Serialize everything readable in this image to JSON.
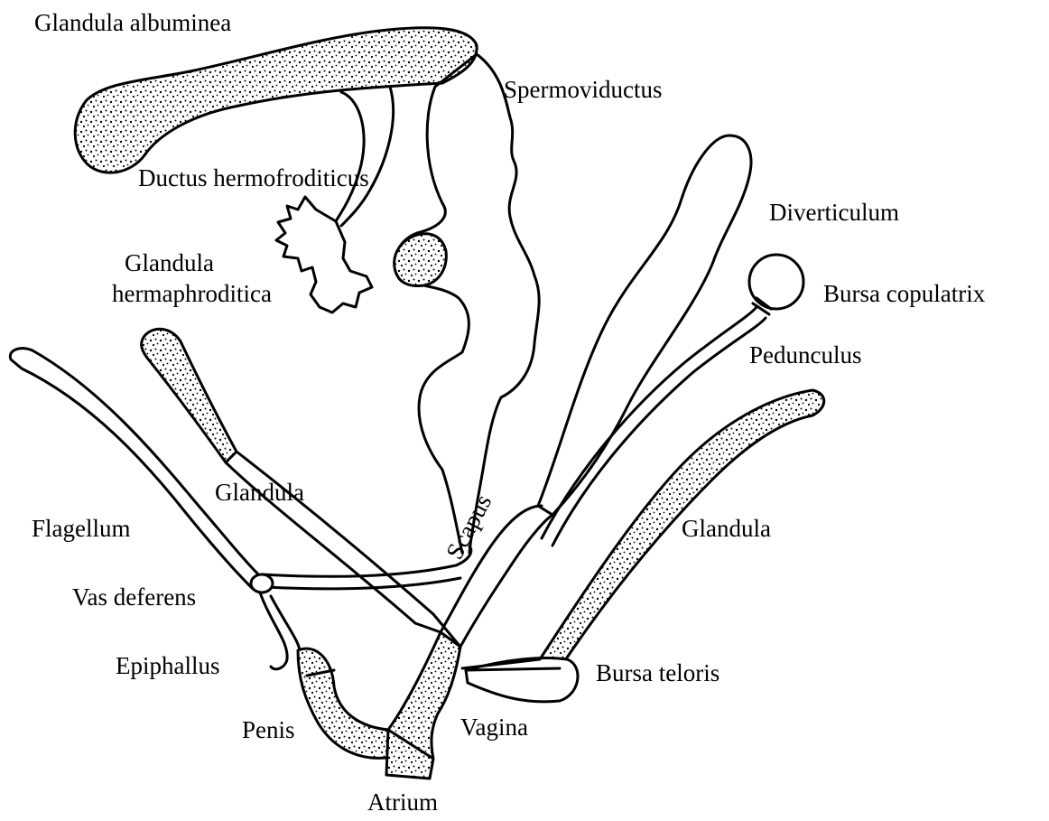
{
  "labels": {
    "glandula_albuminea": "Glandula  albuminea",
    "spermoviductus": "Spermoviductus",
    "ductus_hermofroditicus": "Ductus hermofroditicus",
    "diverticulum": "Diverticulum",
    "glandula_hermaphroditica_line1": "Glandula",
    "glandula_hermaphroditica_line2": "hermaphroditica",
    "bursa_copulatrix": "Bursa copulatrix",
    "pedunculus": "Pedunculus",
    "glandula_left": "Glandula",
    "flagellum": "Flagellum",
    "scapus": "Scapus",
    "glandula_right": "Glandula",
    "vas_deferens": "Vas deferens",
    "epiphallus": "Epiphallus",
    "bursa_teloris": "Bursa teloris",
    "penis": "Penis",
    "vagina": "Vagina",
    "atrium": "Atrium"
  },
  "colors": {
    "ink": "#000000",
    "paper": "#ffffff"
  }
}
